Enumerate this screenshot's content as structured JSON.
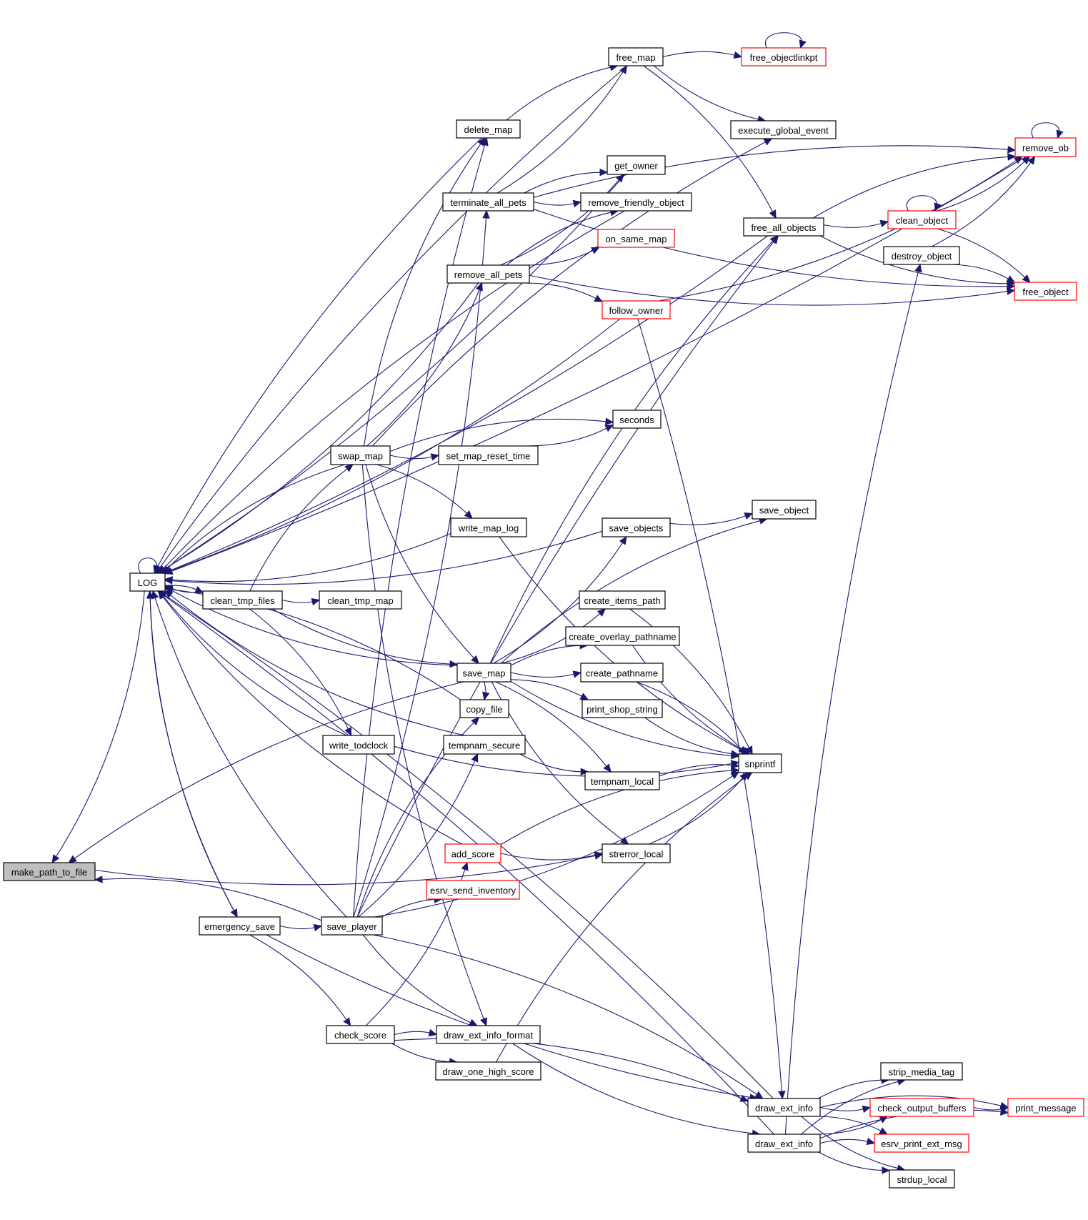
{
  "diagram": {
    "type": "call-graph",
    "colors": {
      "edge": "#191970",
      "node_border": "#000000",
      "truncated_node_border": "#ff0000",
      "root_fill": "#bfbfbf"
    },
    "root": "make_path_to_file",
    "nodes": [
      {
        "id": "make_path_to_file",
        "label": "make_path_to_file",
        "style": "root"
      },
      {
        "id": "LOG",
        "label": "LOG",
        "style": "normal"
      },
      {
        "id": "clean_tmp_files",
        "label": "clean_tmp_files",
        "style": "normal"
      },
      {
        "id": "clean_tmp_map",
        "label": "clean_tmp_map",
        "style": "normal"
      },
      {
        "id": "swap_map",
        "label": "swap_map",
        "style": "normal"
      },
      {
        "id": "write_todclock",
        "label": "write_todclock",
        "style": "normal"
      },
      {
        "id": "emergency_save",
        "label": "emergency_save",
        "style": "normal"
      },
      {
        "id": "save_player",
        "label": "save_player",
        "style": "normal"
      },
      {
        "id": "check_score",
        "label": "check_score",
        "style": "normal"
      },
      {
        "id": "delete_map",
        "label": "delete_map",
        "style": "normal"
      },
      {
        "id": "terminate_all_pets",
        "label": "terminate_all_pets",
        "style": "normal"
      },
      {
        "id": "remove_all_pets",
        "label": "remove_all_pets",
        "style": "normal"
      },
      {
        "id": "set_map_reset_time",
        "label": "set_map_reset_time",
        "style": "normal"
      },
      {
        "id": "write_map_log",
        "label": "write_map_log",
        "style": "normal"
      },
      {
        "id": "save_map",
        "label": "save_map",
        "style": "normal"
      },
      {
        "id": "copy_file",
        "label": "copy_file",
        "style": "normal"
      },
      {
        "id": "tempnam_secure",
        "label": "tempnam_secure",
        "style": "normal"
      },
      {
        "id": "add_score",
        "label": "add_score",
        "style": "truncated"
      },
      {
        "id": "esrv_send_inventory",
        "label": "esrv_send_inventory",
        "style": "truncated"
      },
      {
        "id": "draw_ext_info_format",
        "label": "draw_ext_info_format",
        "style": "normal"
      },
      {
        "id": "draw_one_high_score",
        "label": "draw_one_high_score",
        "style": "normal"
      },
      {
        "id": "free_map",
        "label": "free_map",
        "style": "normal"
      },
      {
        "id": "get_owner",
        "label": "get_owner",
        "style": "normal"
      },
      {
        "id": "remove_friendly_object",
        "label": "remove_friendly_object",
        "style": "normal"
      },
      {
        "id": "on_same_map",
        "label": "on_same_map",
        "style": "truncated"
      },
      {
        "id": "follow_owner",
        "label": "follow_owner",
        "style": "truncated"
      },
      {
        "id": "seconds",
        "label": "seconds",
        "style": "normal"
      },
      {
        "id": "save_objects",
        "label": "save_objects",
        "style": "normal"
      },
      {
        "id": "create_items_path",
        "label": "create_items_path",
        "style": "normal"
      },
      {
        "id": "create_overlay_pathname",
        "label": "create_overlay_pathname",
        "style": "normal"
      },
      {
        "id": "create_pathname",
        "label": "create_pathname",
        "style": "normal"
      },
      {
        "id": "print_shop_string",
        "label": "print_shop_string",
        "style": "normal"
      },
      {
        "id": "tempnam_local",
        "label": "tempnam_local",
        "style": "normal"
      },
      {
        "id": "strerror_local",
        "label": "strerror_local",
        "style": "normal"
      },
      {
        "id": "free_objectlinkpt",
        "label": "free_objectlinkpt",
        "style": "truncated"
      },
      {
        "id": "execute_global_event",
        "label": "execute_global_event",
        "style": "normal"
      },
      {
        "id": "free_all_objects",
        "label": "free_all_objects",
        "style": "normal"
      },
      {
        "id": "save_object",
        "label": "save_object",
        "style": "normal"
      },
      {
        "id": "snprintf",
        "label": "snprintf",
        "style": "normal"
      },
      {
        "id": "draw_ext_info_1",
        "label": "draw_ext_info",
        "style": "normal"
      },
      {
        "id": "draw_ext_info_2",
        "label": "draw_ext_info",
        "style": "normal"
      },
      {
        "id": "remove_ob",
        "label": "remove_ob",
        "style": "truncated"
      },
      {
        "id": "clean_object",
        "label": "clean_object",
        "style": "truncated"
      },
      {
        "id": "destroy_object",
        "label": "destroy_object",
        "style": "normal"
      },
      {
        "id": "free_object",
        "label": "free_object",
        "style": "truncated"
      },
      {
        "id": "strip_media_tag",
        "label": "strip_media_tag",
        "style": "normal"
      },
      {
        "id": "check_output_buffers",
        "label": "check_output_buffers",
        "style": "truncated"
      },
      {
        "id": "esrv_print_ext_msg",
        "label": "esrv_print_ext_msg",
        "style": "truncated"
      },
      {
        "id": "strdup_local",
        "label": "strdup_local",
        "style": "normal"
      },
      {
        "id": "print_message",
        "label": "print_message",
        "style": "truncated"
      }
    ],
    "edges": [
      {
        "from": "LOG",
        "to": "make_path_to_file"
      },
      {
        "from": "LOG",
        "to": "LOG"
      },
      {
        "from": "LOG",
        "to": "clean_tmp_files"
      },
      {
        "from": "LOG",
        "to": "emergency_save"
      },
      {
        "from": "clean_tmp_files",
        "to": "LOG"
      },
      {
        "from": "clean_tmp_files",
        "to": "clean_tmp_map"
      },
      {
        "from": "clean_tmp_files",
        "to": "swap_map"
      },
      {
        "from": "clean_tmp_files",
        "to": "save_map"
      },
      {
        "from": "clean_tmp_files",
        "to": "write_todclock"
      },
      {
        "from": "swap_map",
        "to": "LOG"
      },
      {
        "from": "swap_map",
        "to": "delete_map"
      },
      {
        "from": "swap_map",
        "to": "remove_all_pets"
      },
      {
        "from": "swap_map",
        "to": "seconds"
      },
      {
        "from": "swap_map",
        "to": "set_map_reset_time"
      },
      {
        "from": "swap_map",
        "to": "write_map_log"
      },
      {
        "from": "swap_map",
        "to": "save_map"
      },
      {
        "from": "swap_map",
        "to": "execute_global_event"
      },
      {
        "from": "swap_map",
        "to": "draw_ext_info_format"
      },
      {
        "from": "write_todclock",
        "to": "LOG"
      },
      {
        "from": "write_todclock",
        "to": "snprintf"
      },
      {
        "from": "emergency_save",
        "to": "LOG"
      },
      {
        "from": "emergency_save",
        "to": "save_player"
      },
      {
        "from": "emergency_save",
        "to": "check_score"
      },
      {
        "from": "emergency_save",
        "to": "draw_ext_info_1"
      },
      {
        "from": "save_player",
        "to": "LOG"
      },
      {
        "from": "save_player",
        "to": "make_path_to_file"
      },
      {
        "from": "save_player",
        "to": "delete_map"
      },
      {
        "from": "save_player",
        "to": "terminate_all_pets"
      },
      {
        "from": "save_player",
        "to": "copy_file"
      },
      {
        "from": "save_player",
        "to": "tempnam_secure"
      },
      {
        "from": "save_player",
        "to": "esrv_send_inventory"
      },
      {
        "from": "save_player",
        "to": "draw_ext_info_format"
      },
      {
        "from": "save_player",
        "to": "draw_ext_info_1"
      },
      {
        "from": "save_player",
        "to": "snprintf"
      },
      {
        "from": "save_player",
        "to": "free_all_objects"
      },
      {
        "from": "check_score",
        "to": "add_score"
      },
      {
        "from": "check_score",
        "to": "draw_ext_info_format"
      },
      {
        "from": "check_score",
        "to": "draw_one_high_score"
      },
      {
        "from": "check_score",
        "to": "draw_ext_info_1"
      },
      {
        "from": "delete_map",
        "to": "LOG"
      },
      {
        "from": "delete_map",
        "to": "free_map"
      },
      {
        "from": "terminate_all_pets",
        "to": "free_map"
      },
      {
        "from": "terminate_all_pets",
        "to": "get_owner"
      },
      {
        "from": "terminate_all_pets",
        "to": "remove_friendly_object"
      },
      {
        "from": "terminate_all_pets",
        "to": "remove_ob"
      },
      {
        "from": "terminate_all_pets",
        "to": "free_object"
      },
      {
        "from": "remove_all_pets",
        "to": "LOG"
      },
      {
        "from": "remove_all_pets",
        "to": "get_owner"
      },
      {
        "from": "remove_all_pets",
        "to": "remove_friendly_object"
      },
      {
        "from": "remove_all_pets",
        "to": "on_same_map"
      },
      {
        "from": "remove_all_pets",
        "to": "follow_owner"
      },
      {
        "from": "remove_all_pets",
        "to": "free_object"
      },
      {
        "from": "get_owner",
        "to": "LOG"
      },
      {
        "from": "remove_friendly_object",
        "to": "LOG"
      },
      {
        "from": "follow_owner",
        "to": "LOG"
      },
      {
        "from": "follow_owner",
        "to": "remove_ob"
      },
      {
        "from": "follow_owner",
        "to": "draw_ext_info_1"
      },
      {
        "from": "free_map",
        "to": "LOG"
      },
      {
        "from": "free_map",
        "to": "free_objectlinkpt"
      },
      {
        "from": "free_map",
        "to": "execute_global_event"
      },
      {
        "from": "free_map",
        "to": "free_all_objects"
      },
      {
        "from": "free_objectlinkpt",
        "to": "free_objectlinkpt"
      },
      {
        "from": "free_all_objects",
        "to": "LOG"
      },
      {
        "from": "free_all_objects",
        "to": "clean_object"
      },
      {
        "from": "free_all_objects",
        "to": "remove_ob"
      },
      {
        "from": "free_all_objects",
        "to": "free_object"
      },
      {
        "from": "remove_ob",
        "to": "LOG"
      },
      {
        "from": "remove_ob",
        "to": "remove_ob"
      },
      {
        "from": "clean_object",
        "to": "clean_object"
      },
      {
        "from": "clean_object",
        "to": "remove_ob"
      },
      {
        "from": "clean_object",
        "to": "free_object"
      },
      {
        "from": "destroy_object",
        "to": "remove_ob"
      },
      {
        "from": "destroy_object",
        "to": "free_object"
      },
      {
        "from": "set_map_reset_time",
        "to": "seconds"
      },
      {
        "from": "write_map_log",
        "to": "LOG"
      },
      {
        "from": "write_map_log",
        "to": "snprintf"
      },
      {
        "from": "save_objects",
        "to": "LOG"
      },
      {
        "from": "save_objects",
        "to": "save_object"
      },
      {
        "from": "save_map",
        "to": "LOG"
      },
      {
        "from": "save_map",
        "to": "make_path_to_file"
      },
      {
        "from": "save_map",
        "to": "free_all_objects"
      },
      {
        "from": "save_map",
        "to": "save_objects"
      },
      {
        "from": "save_map",
        "to": "save_object"
      },
      {
        "from": "save_map",
        "to": "create_items_path"
      },
      {
        "from": "save_map",
        "to": "create_overlay_pathname"
      },
      {
        "from": "save_map",
        "to": "create_pathname"
      },
      {
        "from": "save_map",
        "to": "print_shop_string"
      },
      {
        "from": "save_map",
        "to": "snprintf"
      },
      {
        "from": "save_map",
        "to": "tempnam_local"
      },
      {
        "from": "save_map",
        "to": "strerror_local"
      },
      {
        "from": "save_map",
        "to": "copy_file"
      },
      {
        "from": "copy_file",
        "to": "LOG"
      },
      {
        "from": "tempnam_secure",
        "to": "LOG"
      },
      {
        "from": "tempnam_secure",
        "to": "tempnam_local"
      },
      {
        "from": "create_items_path",
        "to": "snprintf"
      },
      {
        "from": "create_overlay_pathname",
        "to": "snprintf"
      },
      {
        "from": "create_pathname",
        "to": "snprintf"
      },
      {
        "from": "print_shop_string",
        "to": "snprintf"
      },
      {
        "from": "tempnam_local",
        "to": "snprintf"
      },
      {
        "from": "strerror_local",
        "to": "snprintf"
      },
      {
        "from": "add_score",
        "to": "LOG"
      },
      {
        "from": "add_score",
        "to": "strerror_local"
      },
      {
        "from": "add_score",
        "to": "snprintf"
      },
      {
        "from": "make_path_to_file",
        "to": "strerror_local"
      },
      {
        "from": "draw_one_high_score",
        "to": "snprintf"
      },
      {
        "from": "draw_ext_info_format",
        "to": "draw_ext_info_2"
      },
      {
        "from": "draw_ext_info_1",
        "to": "strip_media_tag"
      },
      {
        "from": "draw_ext_info_1",
        "to": "check_output_buffers"
      },
      {
        "from": "draw_ext_info_1",
        "to": "esrv_print_ext_msg"
      },
      {
        "from": "draw_ext_info_1",
        "to": "strdup_local"
      },
      {
        "from": "draw_ext_info_1",
        "to": "print_message"
      },
      {
        "from": "draw_ext_info_1",
        "to": "LOG"
      },
      {
        "from": "draw_ext_info_2",
        "to": "strip_media_tag"
      },
      {
        "from": "draw_ext_info_2",
        "to": "check_output_buffers"
      },
      {
        "from": "draw_ext_info_2",
        "to": "esrv_print_ext_msg"
      },
      {
        "from": "draw_ext_info_2",
        "to": "strdup_local"
      },
      {
        "from": "draw_ext_info_2",
        "to": "print_message"
      },
      {
        "from": "draw_ext_info_2",
        "to": "LOG"
      },
      {
        "from": "draw_ext_info_2",
        "to": "destroy_object"
      },
      {
        "from": "check_output_buffers",
        "to": "print_message"
      }
    ]
  }
}
